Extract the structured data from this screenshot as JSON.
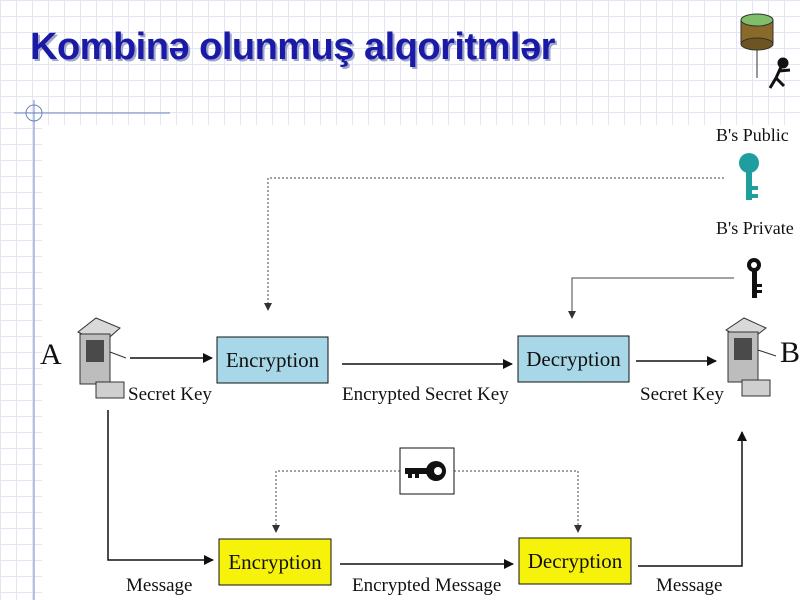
{
  "title": "Kombinә olunmuş alqoritmlәr",
  "nodes": {
    "a_label": "A",
    "b_label": "B"
  },
  "keys": {
    "public_label": "B's Public",
    "private_label": "B's Private"
  },
  "top_row": {
    "encryption_label": "Encryption",
    "decryption_label": "Decryption",
    "secret_key_left": "Secret Key",
    "encrypted_secret_key": "Encrypted Secret Key",
    "secret_key_right": "Secret Key"
  },
  "bottom_row": {
    "encryption_label": "Encryption",
    "decryption_label": "Decryption",
    "message_left": "Message",
    "encrypted_message": "Encrypted Message",
    "message_right": "Message"
  },
  "colors": {
    "title": "#1a1aa6",
    "top_box": "#a8d8e8",
    "bottom_box": "#f7f20a",
    "key_teal": "#1e9e9e"
  },
  "icons": [
    "computer-icon-a",
    "computer-icon-b",
    "public-key-icon",
    "private-key-icon",
    "shared-key-icon",
    "network-disk-icon",
    "person-icon"
  ]
}
